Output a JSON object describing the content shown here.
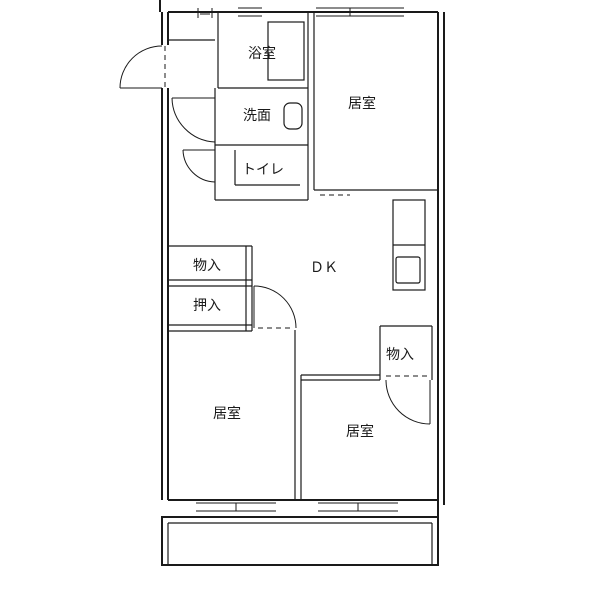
{
  "floor_plan": {
    "rooms": {
      "bath": "浴室",
      "washroom": "洗面",
      "toilet": "トイレ",
      "bedroom_north": "居室",
      "dining_kitchen": "ＤＫ",
      "storage_1": "物入",
      "closet": "押入",
      "storage_2": "物入",
      "bedroom_southwest": "居室",
      "bedroom_southeast": "居室"
    }
  }
}
